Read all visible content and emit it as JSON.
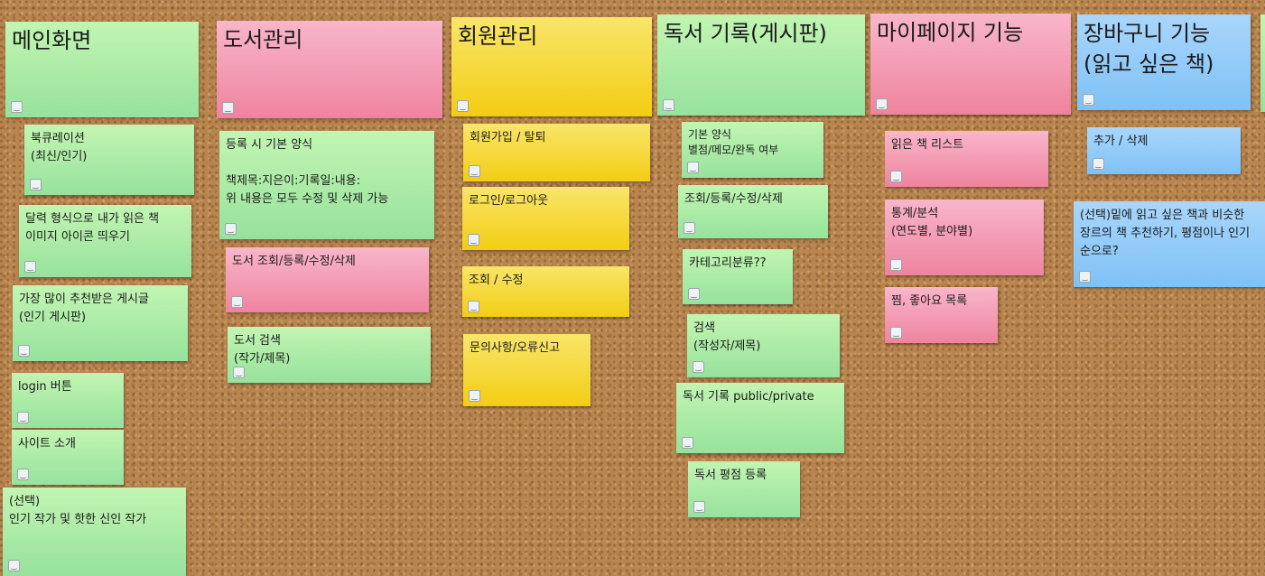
{
  "board": {
    "notes": [
      {
        "id": "n1",
        "color": "green",
        "text": "메인화면"
      },
      {
        "id": "n2",
        "color": "pink",
        "text": "도서관리"
      },
      {
        "id": "n3",
        "color": "yellow",
        "text": "회원관리"
      },
      {
        "id": "n4",
        "color": "green",
        "text": "독서 기록(게시판)"
      },
      {
        "id": "n5",
        "color": "pink",
        "text": "마이페이지 기능"
      },
      {
        "id": "n6",
        "color": "blue",
        "text": "장바구니 기능\n(읽고 싶은 책)"
      },
      {
        "id": "n7",
        "color": "green",
        "text": "북큐레이션\n(최신/인기)"
      },
      {
        "id": "n8",
        "color": "green",
        "text": "달력 형식으로 내가 읽은 책\n이미지 아이콘 띄우기"
      },
      {
        "id": "n9",
        "color": "green",
        "text": "가장 많이 추천받은 게시글\n(인기 게시판)"
      },
      {
        "id": "n10",
        "color": "green",
        "text": "login 버튼"
      },
      {
        "id": "n11",
        "color": "green",
        "text": "사이트 소개"
      },
      {
        "id": "n12",
        "color": "green",
        "text": "(선택)\n인기 작가 및 핫한 신인 작가"
      },
      {
        "id": "n13",
        "color": "green",
        "text": "등록 시 기본 양식\n\n책제목:지은이:기록일:내용:\n위 내용은 모두 수정 및 삭제 가능"
      },
      {
        "id": "n14",
        "color": "pink",
        "text": "도서 조회/등록/수정/삭제"
      },
      {
        "id": "n15",
        "color": "green",
        "text": "도서 검색\n(작가/제목)"
      },
      {
        "id": "n16",
        "color": "yellow",
        "text": "회원가입 / 탈퇴"
      },
      {
        "id": "n17",
        "color": "yellow",
        "text": "로그인/로그아웃"
      },
      {
        "id": "n18",
        "color": "yellow",
        "text": "조회 / 수정"
      },
      {
        "id": "n19",
        "color": "yellow",
        "text": "문의사항/오류신고"
      },
      {
        "id": "n20",
        "color": "green",
        "text": "기본 양식\n별점/메모/완독 여부"
      },
      {
        "id": "n21",
        "color": "green",
        "text": "조회/등록/수정/삭제"
      },
      {
        "id": "n22",
        "color": "green",
        "text": "카테고리분류??"
      },
      {
        "id": "n23",
        "color": "green",
        "text": "검색\n(작성자/제목)"
      },
      {
        "id": "n24",
        "color": "green",
        "text": "독서 기록 public/private"
      },
      {
        "id": "n25",
        "color": "green",
        "text": "독서 평점 등록"
      },
      {
        "id": "n26",
        "color": "pink",
        "text": "읽은 책 리스트"
      },
      {
        "id": "n27",
        "color": "pink",
        "text": "통계/분석\n(연도별, 분야별)"
      },
      {
        "id": "n28",
        "color": "pink",
        "text": "찜, 좋아요 목록"
      },
      {
        "id": "n29",
        "color": "blue",
        "text": "추가 / 삭제"
      },
      {
        "id": "n30",
        "color": "blue",
        "text": "(선택)밑에 읽고 싶은 책과 비슷한 장르의 책 추천하기, 평점이나 인기순으로?"
      }
    ]
  },
  "icons": {
    "note_face": "smiley-face-icon"
  },
  "colors": {
    "board": "#b9854f",
    "green": "#a8ebaa",
    "pink": "#f49ab3",
    "yellow": "#f5d534",
    "blue": "#8fcaf8"
  }
}
